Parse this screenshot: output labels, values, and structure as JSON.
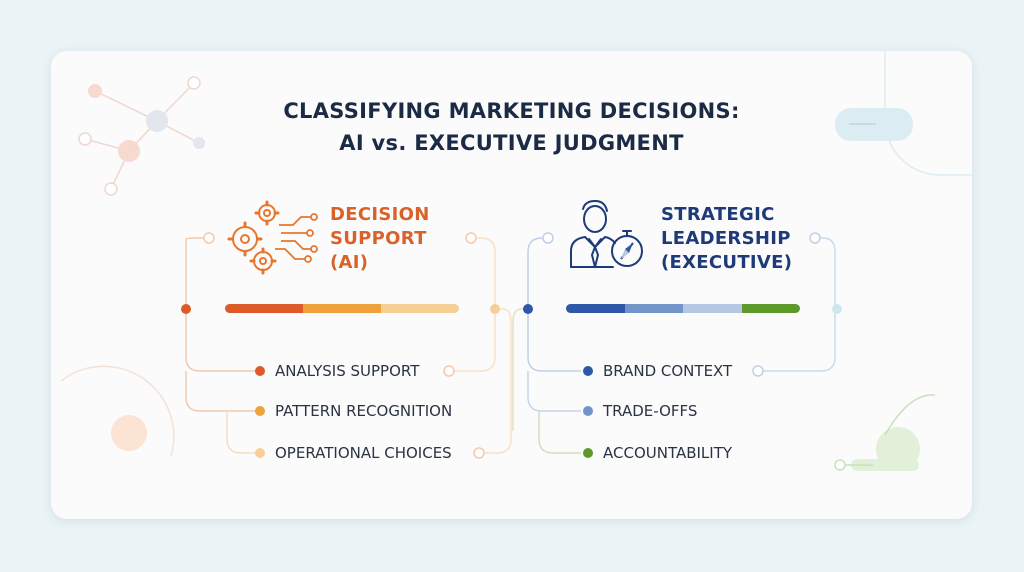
{
  "title": {
    "line1": "CLASSIFYING MARKETING DECISIONS:",
    "line2": "AI vs. EXECUTIVE JUDGMENT"
  },
  "left_panel": {
    "heading": [
      "DECISION",
      "SUPPORT",
      "(AI)"
    ],
    "color": "#d9622b",
    "bar_colors": [
      "#dd5a2a",
      "#efa13b",
      "#f6cf97"
    ],
    "items": [
      {
        "label": "ANALYSIS SUPPORT",
        "color": "#dd5a2a"
      },
      {
        "label": "PATTERN RECOGNITION",
        "color": "#efa13b"
      },
      {
        "label": "OPERATIONAL CHOICES",
        "color": "#f6cf97"
      }
    ],
    "icon": "gears-circuit-icon"
  },
  "right_panel": {
    "heading": [
      "STRATEGIC",
      "LEADERSHIP",
      "(EXECUTIVE)"
    ],
    "color": "#1e3a78",
    "bar_colors": [
      "#2e57a8",
      "#7194c9",
      "#b4c8e4",
      "#5d9a2a"
    ],
    "items": [
      {
        "label": "BRAND CONTEXT",
        "color": "#2e57a8"
      },
      {
        "label": "TRADE-OFFS",
        "color": "#7194c9"
      },
      {
        "label": "ACCOUNTABILITY",
        "color": "#5d9a2a"
      }
    ],
    "icon": "executive-compass-icon"
  }
}
